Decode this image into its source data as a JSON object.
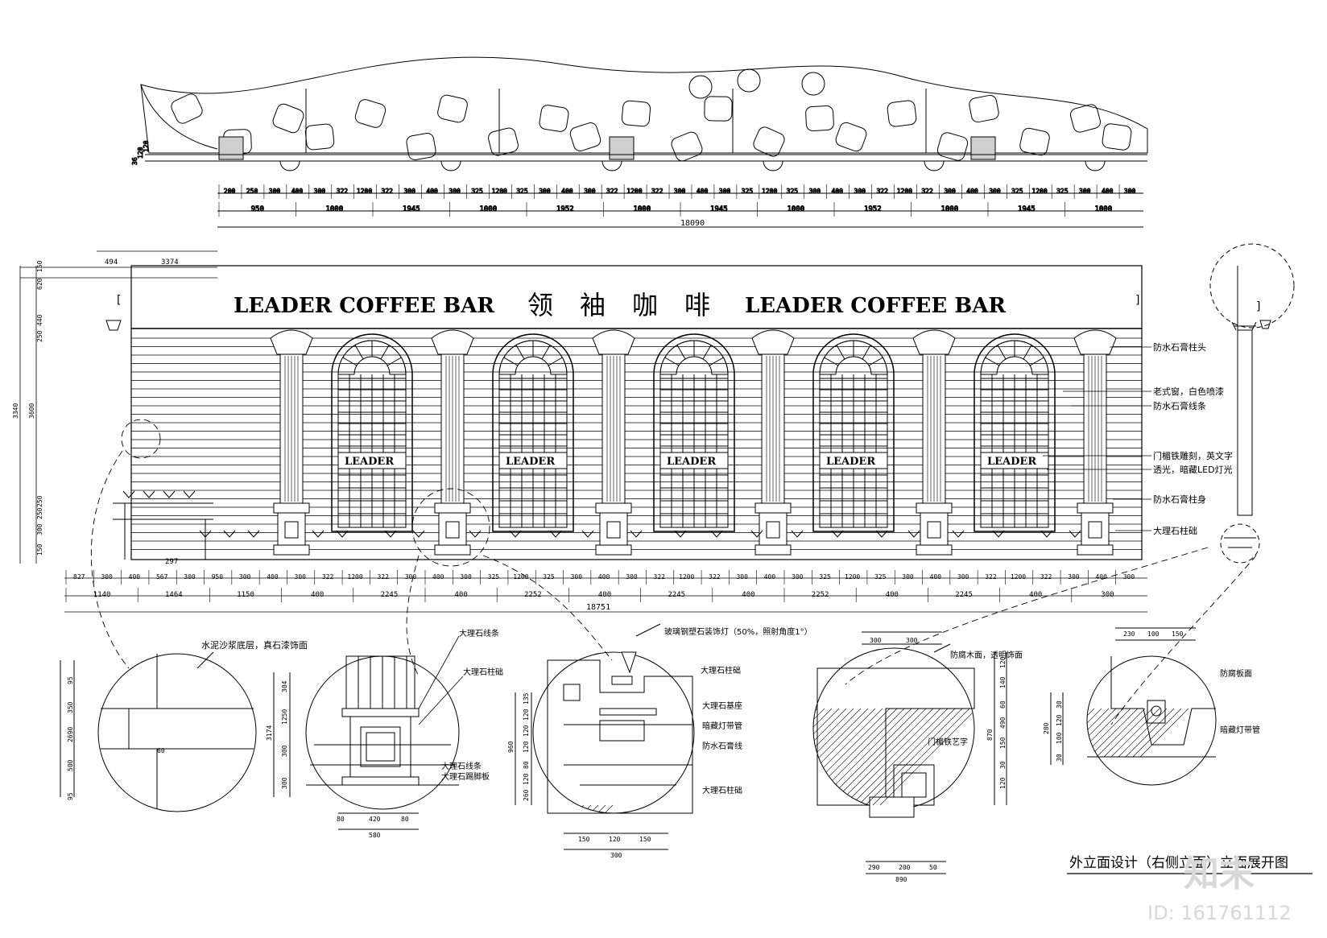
{
  "facade": {
    "sign_left": "LEADER COFFEE BAR",
    "sign_chinese": [
      "领",
      "袖",
      "咖",
      "啡"
    ],
    "sign_right": "LEADER COFFEE BAR",
    "window_logo": "LEADER"
  },
  "callouts": [
    "防水石膏柱头",
    "老式窗，白色喷漆",
    "防水石膏线条",
    "门楣铁雕刻，英文字",
    "透光，暗藏LED灯光",
    "防水石膏柱身",
    "大理石柱础"
  ],
  "detail_notes": {
    "d1": [
      "水泥沙浆底层，真石漆饰面"
    ],
    "d2": [
      "大理石线条",
      "大理石柱础",
      "大理石线条",
      "大理石踢脚板"
    ],
    "d3": [
      "玻璃钢塑石装饰灯（50%，照射角度1°）",
      "大理石柱础",
      "大理石基座",
      "暗藏灯带管",
      "防水石膏线",
      "大理石柱础"
    ],
    "d4": [
      "防腐木面，透明饰面",
      "门楣铁艺字"
    ],
    "d5": [
      "防腐板面",
      "暗藏灯带管"
    ]
  },
  "plan_dims": {
    "row1": [
      "200",
      "250",
      "300",
      "400",
      "300",
      "322",
      "1200",
      "322",
      "300",
      "400",
      "300",
      "325",
      "1200",
      "325",
      "300",
      "400",
      "300",
      "322",
      "1200",
      "322",
      "300",
      "400",
      "300",
      "325",
      "1200",
      "325",
      "300",
      "400",
      "300",
      "322",
      "1200",
      "322",
      "300",
      "400",
      "300",
      "325",
      "1200",
      "325",
      "300",
      "400",
      "300"
    ],
    "row2": [
      "950",
      "1000",
      "1945",
      "1000",
      "1952",
      "1000",
      "1945",
      "1000",
      "1952",
      "1000",
      "1945",
      "1000"
    ],
    "total": "18090",
    "side": [
      "36",
      "120",
      "120"
    ]
  },
  "elev_dims": {
    "row1": [
      "827",
      "300",
      "400",
      "567",
      "300",
      "950",
      "300",
      "400",
      "300",
      "322",
      "1200",
      "322",
      "300",
      "400",
      "300",
      "325",
      "1200",
      "325",
      "300",
      "400",
      "300",
      "322",
      "1200",
      "322",
      "300",
      "400",
      "300",
      "325",
      "1200",
      "325",
      "300",
      "400",
      "300",
      "322",
      "1200",
      "322",
      "300",
      "400",
      "300"
    ],
    "row2": [
      "1140",
      "1464",
      "1150",
      "400",
      "2245",
      "400",
      "2252",
      "400",
      "2245",
      "400",
      "2252",
      "400",
      "2245",
      "400",
      "300"
    ],
    "total": "18751",
    "left": [
      "150",
      "620",
      "440",
      "250",
      "3340",
      "3600",
      "250",
      "250",
      "300",
      "150"
    ],
    "top": [
      "494",
      "3374"
    ],
    "small": [
      "297"
    ]
  },
  "detail_dims": {
    "d1_left": [
      "95",
      "350",
      "2690",
      "500",
      "95"
    ],
    "d1_inner": [
      "60"
    ],
    "d2_left": [
      "304",
      "1250",
      "300",
      "300"
    ],
    "d2_left_outer": [
      "3174"
    ],
    "d2_bottom": [
      "80",
      "420",
      "80"
    ],
    "d2_bottom_total": [
      "580"
    ],
    "d3_left": [
      "135",
      "120",
      "120",
      "120",
      "80",
      "120",
      "260"
    ],
    "d3_left_outer": [
      "960"
    ],
    "d3_bottom": [
      "150",
      "120",
      "150"
    ],
    "d3_bottom_total": [
      "300"
    ],
    "d4_top": [
      "300",
      "300"
    ],
    "d4_right": [
      "120",
      "140",
      "60",
      "490",
      "150",
      "30",
      "120"
    ],
    "d4_right_outer": [
      "870"
    ],
    "d4_bottom": [
      "290",
      "200",
      "50"
    ],
    "d4_bottom_total": [
      "890"
    ],
    "d5_top": [
      "230",
      "100",
      "150"
    ],
    "d5_left": [
      "30",
      "120",
      "100",
      "30"
    ],
    "d5_left_outer": [
      "280"
    ]
  },
  "drawing_title": "外立面设计（右侧立面）立面展开图",
  "watermark": {
    "brand": "知末",
    "id": "ID: 161761112"
  }
}
